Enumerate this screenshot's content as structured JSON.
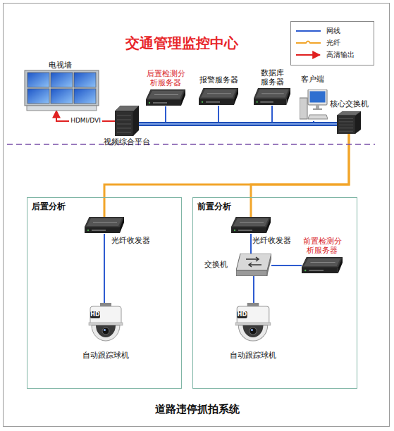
{
  "diagram": {
    "title": "交通管理监控中心",
    "caption": "道路违停抓拍系统",
    "nodes": [
      {
        "text": [
          "电视墙"
        ]
      },
      {
        "text": [
          "后置检测分析服务器"
        ]
      },
      {
        "text": [
          "报警服务器"
        ]
      },
      {
        "text": [
          "数据库服务器"
        ]
      },
      {
        "text": [
          "客户端"
        ]
      },
      {
        "text": [
          "视频综合平台"
        ]
      },
      {
        "text": [
          "核心交换机"
        ]
      },
      {
        "text": [
          "后置分析"
        ]
      },
      {
        "text": [
          "光纤收发器"
        ],
        "in": 7
      },
      {
        "text": [
          "自动跟踪球机"
        ],
        "in": 7
      },
      {
        "text": [
          "前置分析"
        ]
      },
      {
        "text": [
          "光纤收发器"
        ],
        "in": 10
      },
      {
        "text": [
          "交换机"
        ],
        "in": 10
      },
      {
        "text": [
          "前置检测分析服务器"
        ],
        "in": 10
      },
      {
        "text": [
          "自动跟踪球机"
        ],
        "in": 10
      }
    ],
    "edges": [
      {
        "from": 5,
        "to": 0,
        "arrow": "to",
        "label": "HDMI/DVI"
      },
      {
        "from": 5,
        "to": 6,
        "arrow": "none"
      },
      {
        "from": 1,
        "to": 6,
        "arrow": "none"
      },
      {
        "from": 2,
        "to": 6,
        "arrow": "none"
      },
      {
        "from": 3,
        "to": 6,
        "arrow": "none"
      },
      {
        "from": 4,
        "to": 6,
        "arrow": "none"
      },
      {
        "from": 6,
        "to": 8,
        "arrow": "none"
      },
      {
        "from": 6,
        "to": 11,
        "arrow": "none"
      },
      {
        "from": 8,
        "to": 9,
        "arrow": "none"
      },
      {
        "from": 11,
        "to": 12,
        "arrow": "none"
      },
      {
        "from": 12,
        "to": 13,
        "arrow": "none"
      },
      {
        "from": 12,
        "to": 14,
        "arrow": "none"
      }
    ],
    "labels": [
      "HD",
      "HD"
    ],
    "legend": [
      {
        "text": "网线"
      },
      {
        "text": "光纤"
      },
      {
        "text": "高清输出"
      }
    ]
  }
}
